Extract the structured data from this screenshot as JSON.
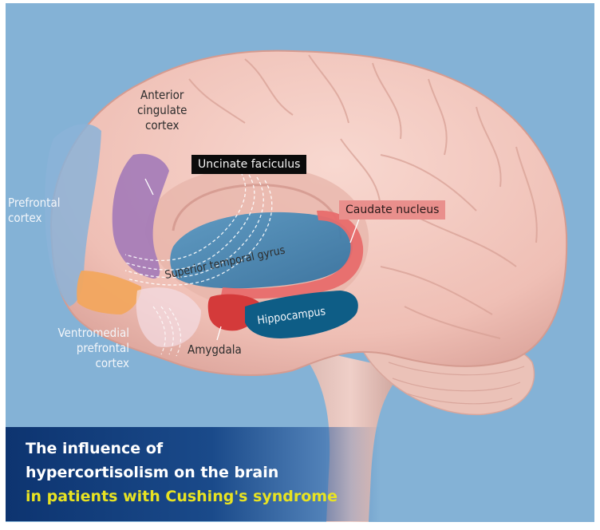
{
  "labels": {
    "anterior_cingulate_cortex": "Anterior\ncingulate\ncortex",
    "prefrontal_cortex": "Prefrontal\ncortex",
    "ventromedial_prefrontal_cortex": "Ventromedial\nprefrontal\ncortex",
    "uncinate_faciculus": "Uncinate faciculus",
    "caudate_nucleus": "Caudate nucleus",
    "superior_temporal_gyrus": "Superior temporal gyrus",
    "hippocampus": "Hippocampus",
    "amygdala": "Amygdala"
  },
  "title": {
    "line1": "The influence of",
    "line2": "hypercortisolism on the brain",
    "line3": "in patients with Cushing's syndrome"
  },
  "colors": {
    "background": "#84b2d6",
    "brain": "#f3c9c0",
    "anterior_cingulate_cortex": "#a37ab8",
    "prefrontal_cortex": "#8bb3d8",
    "ventromedial_prefrontal_cortex": "#f2a65e",
    "superior_temporal_gyrus": "#3f86b4",
    "hippocampus": "#0e5d86",
    "amygdala": "#d43a3a",
    "caudate_nucleus": "#e86c6c",
    "uncinate_faciculus_tag": "#0b0b0b",
    "caudate_nucleus_tag": "#e98f8c",
    "title_band": "#0d3470",
    "title_highlight": "#e8e322"
  }
}
